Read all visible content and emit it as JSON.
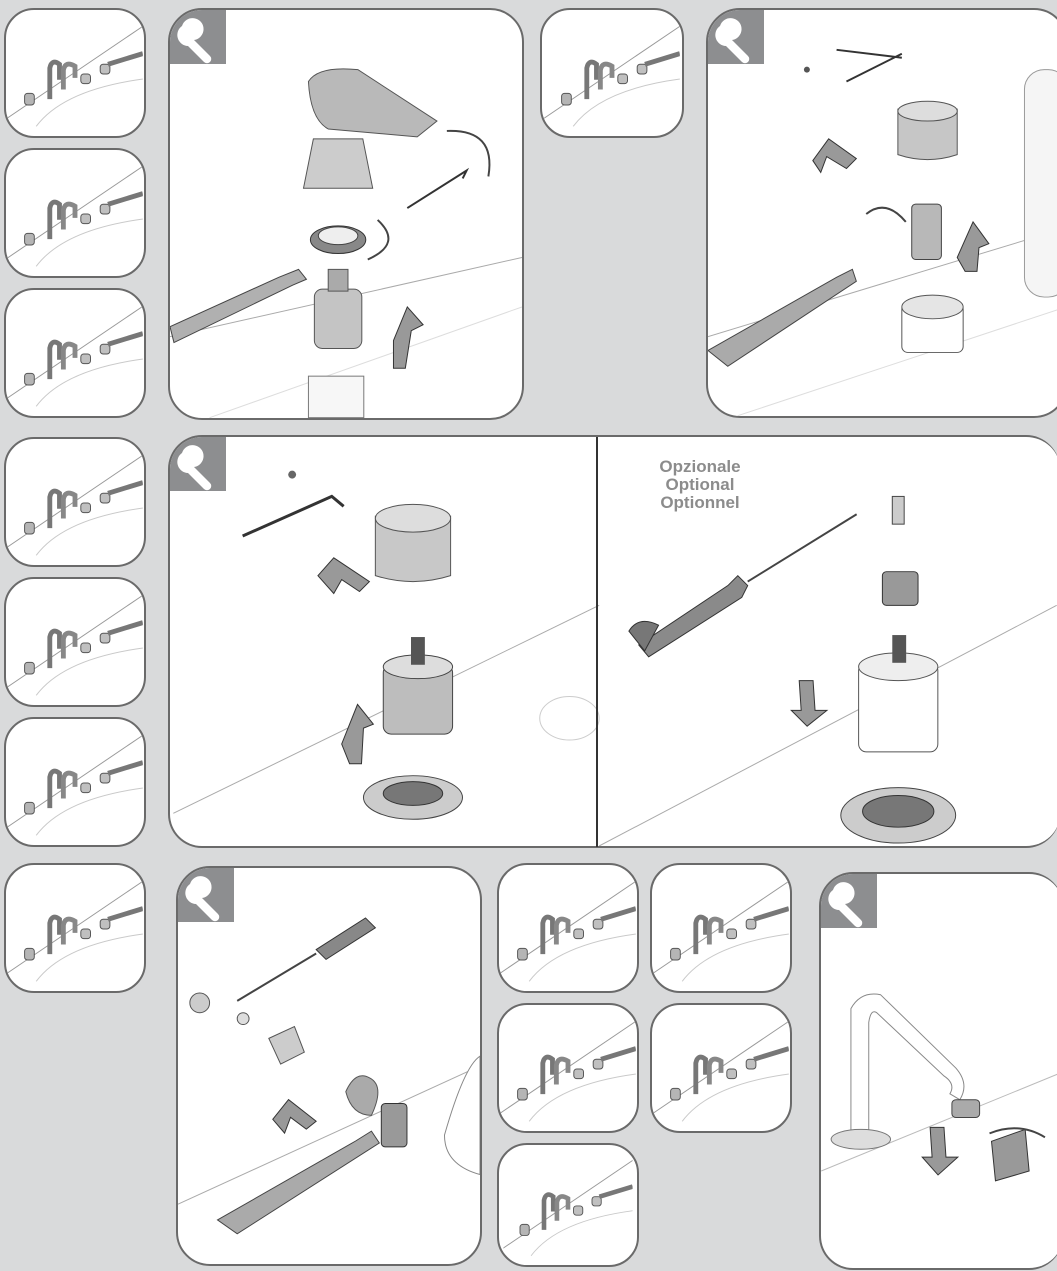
{
  "optional_note": {
    "line1": "Opzionale",
    "line2": "Optional",
    "line3": "Optionnel"
  },
  "icons": [
    "wrench-icon",
    "faucet-icon",
    "screwdriver-icon",
    "hex-key-icon",
    "cartridge-icon",
    "arrow-icon"
  ]
}
